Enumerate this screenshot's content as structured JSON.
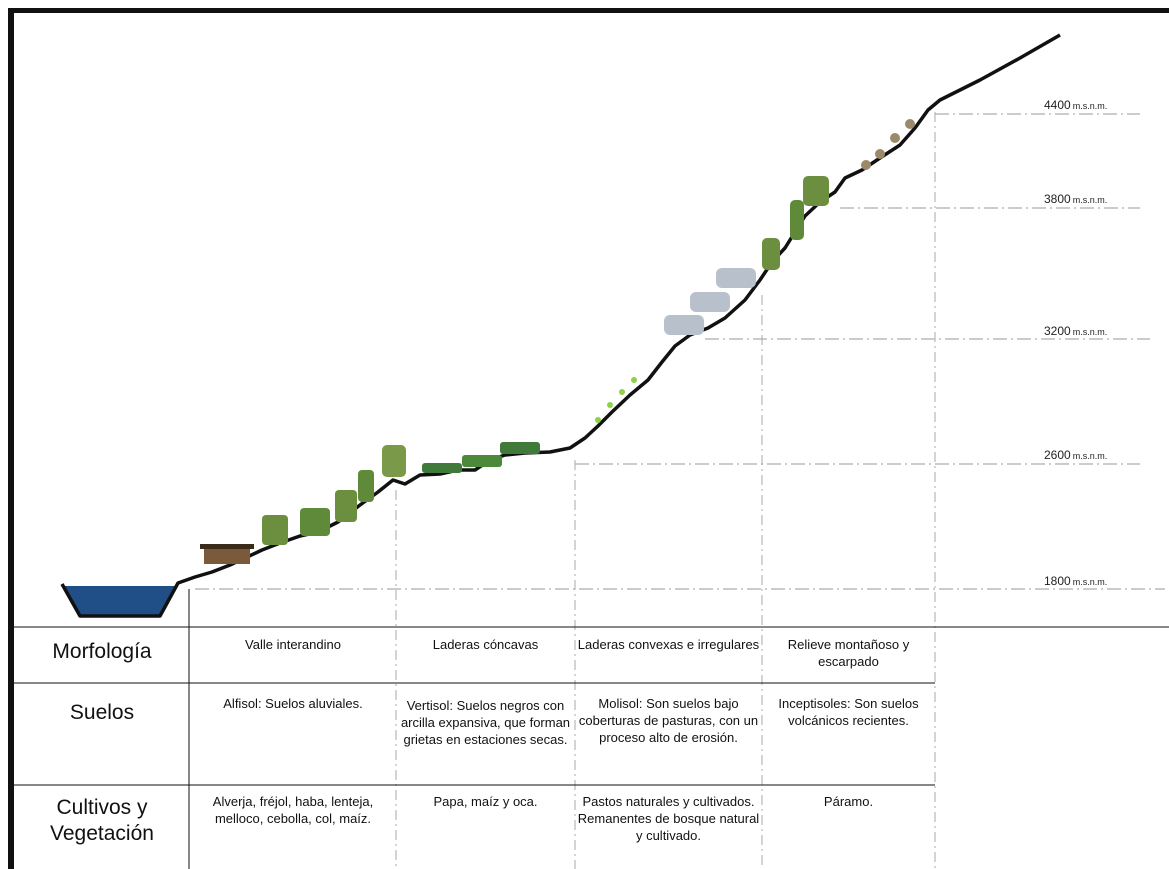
{
  "altitudes": [
    {
      "value": "4400",
      "unit": "m.s.n.m."
    },
    {
      "value": "3800",
      "unit": "m.s.n.m."
    },
    {
      "value": "3200",
      "unit": "m.s.n.m."
    },
    {
      "value": "2600",
      "unit": "m.s.n.m."
    },
    {
      "value": "1800",
      "unit": "m.s.n.m."
    }
  ],
  "table": {
    "rows": [
      {
        "header": "Morfología",
        "cells": [
          "Valle interandino",
          "Laderas cóncavas",
          "Laderas convexas e irregulares",
          "Relieve montañoso y escarpado"
        ]
      },
      {
        "header": "Suelos",
        "cells": [
          "Alfisol: Suelos aluviales.",
          "Vertisol: Suelos negros con arcilla expansiva, que forman grietas en estaciones secas.",
          "Molisol: Son suelos bajo coberturas de pasturas, con un proceso alto de erosión.",
          "Inceptisoles: Son suelos volcánicos recientes."
        ]
      },
      {
        "header": "Cultivos y Vegetación",
        "cells": [
          "Alverja, fréjol, haba, lenteja, melloco, cebolla, col, maíz.",
          "Papa, maíz y oca.",
          "Pastos naturales y cultivados. Remanentes de bosque natural y cultivado.",
          "Páramo."
        ]
      }
    ]
  },
  "colors": {
    "water": "#1f4f86",
    "terrain": "#111111",
    "vegetation": "#5a8a3a",
    "greenhouse": "#b8c0cc",
    "paramo": "#9a8a6a"
  }
}
